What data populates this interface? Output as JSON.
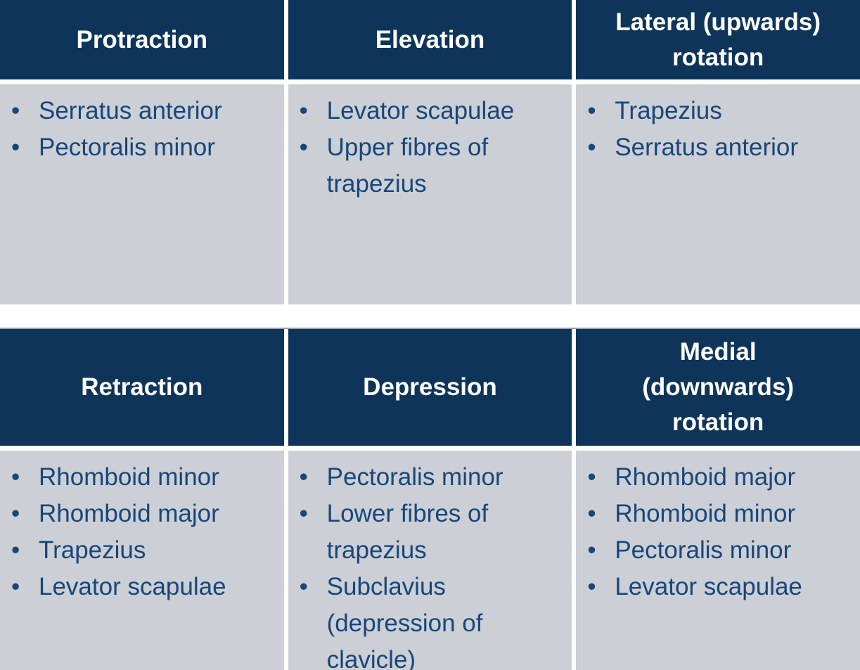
{
  "colors": {
    "header_bg": "#0e3559",
    "body_bg": "#cccfd5",
    "header_text": "#ffffff",
    "body_text": "#17477a",
    "divider": "#ffffff",
    "table2_top_border": "#93a3b6"
  },
  "tables": [
    {
      "name": "scapular-movements-table-1",
      "columns": [
        {
          "header": "Protraction",
          "items": [
            "Serratus anterior",
            "Pectoralis minor"
          ]
        },
        {
          "header": "Elevation",
          "items": [
            "Levator scapulae",
            "Upper fibres of trapezius"
          ]
        },
        {
          "header": "Lateral (upwards)\nrotation",
          "items": [
            "Trapezius",
            "Serratus anterior"
          ]
        }
      ]
    },
    {
      "name": "scapular-movements-table-2",
      "columns": [
        {
          "header": "Retraction",
          "items": [
            "Rhomboid minor",
            "Rhomboid major",
            "Trapezius",
            "Levator scapulae"
          ]
        },
        {
          "header": "Depression",
          "items": [
            "Pectoralis minor",
            "Lower fibres of trapezius",
            "Subclavius (depression of clavicle)"
          ]
        },
        {
          "header": "Medial\n(downwards)\nrotation",
          "items": [
            "Rhomboid major",
            "Rhomboid minor",
            "Pectoralis minor",
            "Levator scapulae"
          ]
        }
      ]
    }
  ]
}
